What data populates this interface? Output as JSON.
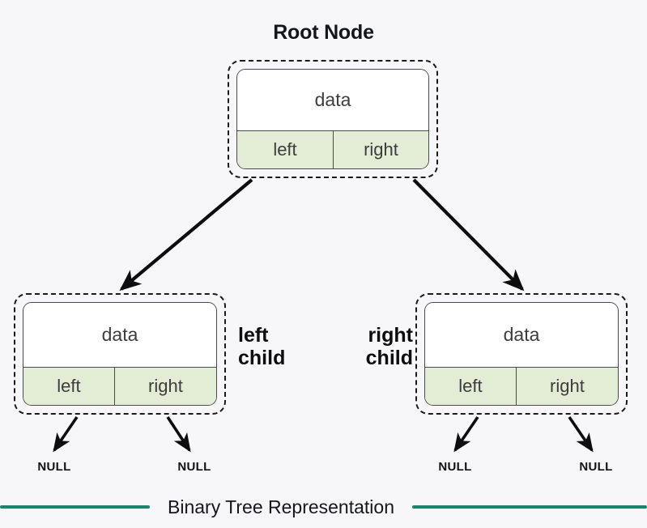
{
  "diagram": {
    "title": "Root Node",
    "caption": "Binary Tree Representation",
    "background_color": "#f7f7f9",
    "accent_color": "#17876a",
    "node_field_color": "#e3ecd5",
    "nodes": [
      {
        "id": "root",
        "role": "root",
        "data_label": "data",
        "left_label": "left",
        "right_label": "right"
      },
      {
        "id": "left-child",
        "role": "left child",
        "data_label": "data",
        "left_label": "left",
        "right_label": "right"
      },
      {
        "id": "right-child",
        "role": "right child",
        "data_label": "data",
        "left_label": "left",
        "right_label": "right"
      }
    ],
    "child_labels": {
      "left_line1": "left",
      "left_line2": "child",
      "right_line1": "right",
      "right_line2": "child"
    },
    "null_labels": [
      "NULL",
      "NULL",
      "NULL",
      "NULL"
    ]
  }
}
